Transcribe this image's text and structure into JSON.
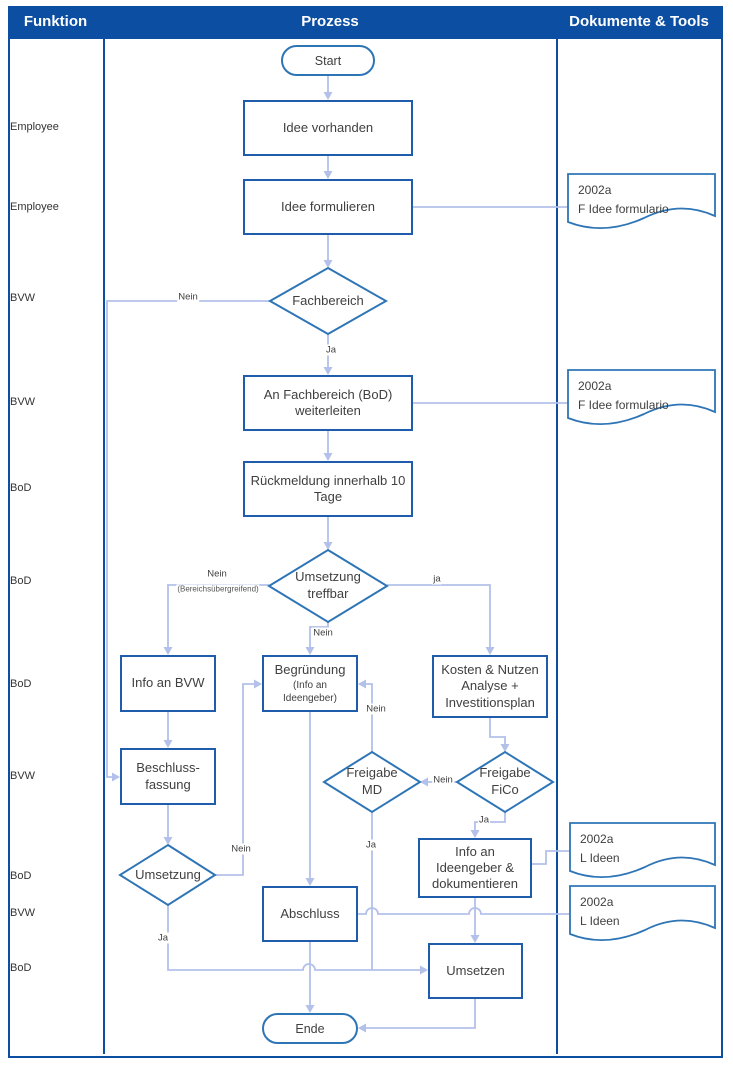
{
  "header": {
    "funktion": "Funktion",
    "prozess": "Prozess",
    "dokumente": "Dokumente & Tools"
  },
  "lane_labels": [
    "Employee",
    "Employee",
    "BVW",
    "BVW",
    "BoD",
    "BoD",
    "BoD",
    "BVW",
    "BoD",
    "BVW",
    "BoD"
  ],
  "nodes": {
    "start": "Start",
    "idee_vorhanden": "Idee vorhanden",
    "idee_formulieren": "Idee formulieren",
    "fachbereich": "Fachbereich",
    "an_fachbereich": "An Fachbereich (BoD) weiterleiten",
    "rueckmeldung": "Rückmeldung innerhalb 10 Tage",
    "umsetzung_treffbar": "Umsetzung treffbar",
    "info_an_bvw": "Info an BVW",
    "begruendung_title": "Begründung",
    "begruendung_sub": "(Info an Ideengeber)",
    "kosten_nutzen": "Kosten & Nutzen Analyse + Investitionsplan",
    "beschlussfassung": "Beschluss-fassung",
    "freigabe_md": "Freigabe MD",
    "freigabe_fico": "Freigabe FiCo",
    "umsetzung": "Umsetzung",
    "info_ideengeber": "Info an Ideengeber & dokumentieren",
    "abschluss": "Abschluss",
    "umsetzen": "Umsetzen",
    "ende": "Ende"
  },
  "documents": [
    {
      "code": "2002a",
      "name": "F Idee formulario"
    },
    {
      "code": "2002a",
      "name": "F Idee formulario"
    },
    {
      "code": "2002a",
      "name": "L Ideen"
    },
    {
      "code": "2002a",
      "name": "L Ideen"
    }
  ],
  "edge_labels": {
    "fachbereich_nein": "Nein",
    "fachbereich_ja": "Ja",
    "treffbar_nein": "Nein",
    "treffbar_nein_sub": "(Bereichsübergreifend)",
    "treffbar_ja": "ja",
    "treffbar_nein_down": "Nein",
    "md_nein": "Nein",
    "fico_nein": "Nein",
    "fico_ja": "Ja",
    "md_ja": "Ja",
    "umsetzung_nein": "Nein",
    "umsetzung_ja": "Ja"
  },
  "colors": {
    "header_bg": "#0B4EA2",
    "header_text": "#FFFFFF",
    "rect_border": "#1F5CAB",
    "shape_border": "#2E75B6",
    "connector": "#B3C0EA",
    "text": "#3F3F3F"
  }
}
